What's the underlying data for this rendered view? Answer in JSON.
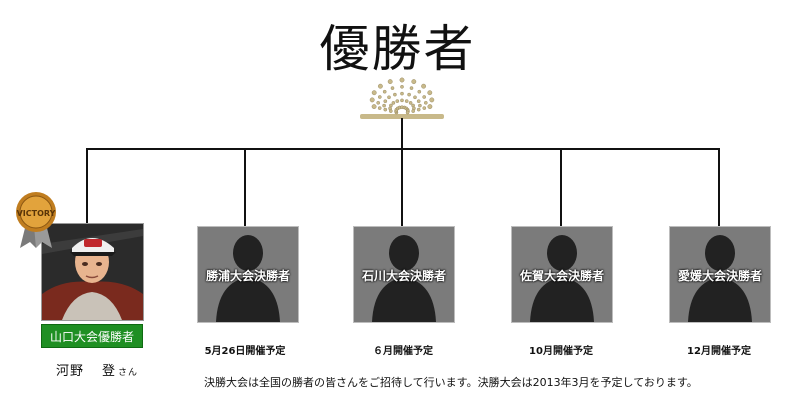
{
  "title": "優勝者",
  "winner": {
    "badge_label": "山口大会優勝者",
    "medal_text": "VICTORY",
    "family_name": "河野",
    "given_name": "登",
    "honorific": "さん"
  },
  "cards": [
    {
      "label": "勝浦大会決勝者",
      "date": "5月26日開催予定"
    },
    {
      "label": "石川大会決勝者",
      "date": "６月開催予定"
    },
    {
      "label": "佐賀大会決勝者",
      "date": "10月開催予定"
    },
    {
      "label": "愛媛大会決勝者",
      "date": "12月開催予定"
    }
  ],
  "note": "決勝大会は全国の勝者の皆さんをご招待して行います。決勝大会は2013年3月を予定しております。",
  "colors": {
    "connector": "#111111",
    "card_bg": "#7b7b7b",
    "badge_bg": "#1f8f23",
    "medal": "#b8771a",
    "crown": "#c8b98a"
  }
}
